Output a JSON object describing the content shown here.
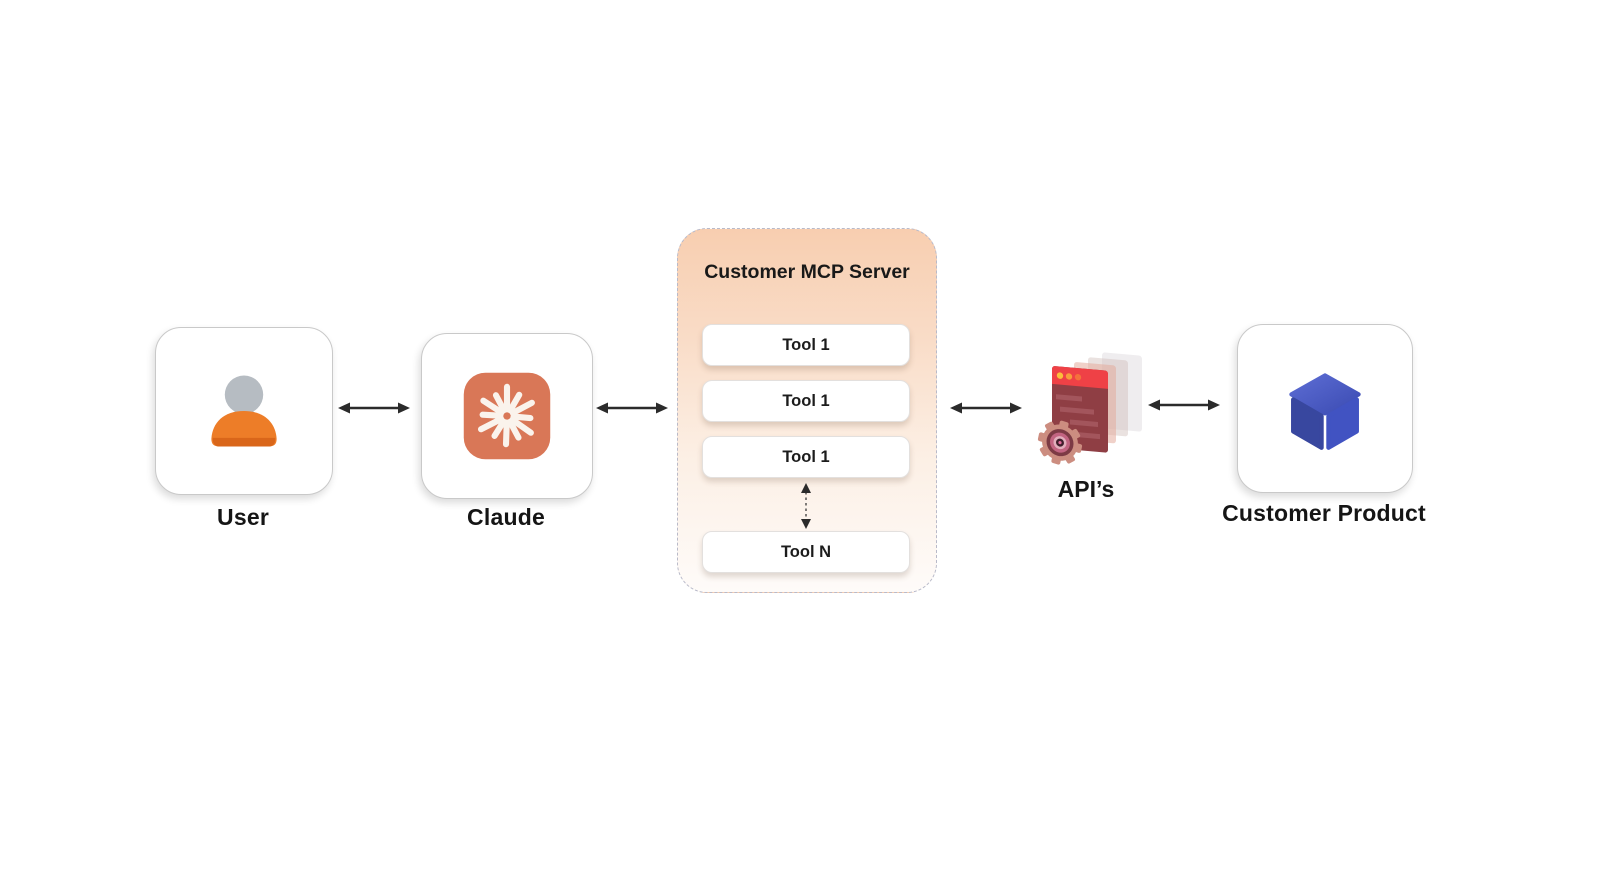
{
  "diagram": {
    "user": {
      "label": "User",
      "icon": "person-icon"
    },
    "claude": {
      "label": "Claude",
      "icon": "claude-starburst-icon"
    },
    "mcp": {
      "title": "Customer MCP Server",
      "tools": [
        "Tool 1",
        "Tool 1",
        "Tool 1"
      ],
      "tool_n": "Tool N",
      "connector": "dashed-vertical-double-arrow"
    },
    "apis": {
      "label": "API’s",
      "icon": "gear-browser-window-icon"
    },
    "product": {
      "label": "Customer Product",
      "icon": "cube-icon"
    },
    "connections": [
      "user-claude-double-arrow",
      "claude-mcp-double-arrow",
      "mcp-apis-double-arrow",
      "apis-product-double-arrow"
    ],
    "colors": {
      "claude_brand": "#D97757",
      "mcp_gradient_top": "#F8CEB0",
      "mcp_gradient_bottom": "#FEFBF9",
      "mcp_border_dashed": "#B9BAC9",
      "arrow": "#2B2B2B",
      "cube_blue_top": "#5565CE",
      "cube_blue_left": "#38479F",
      "cube_blue_right": "#4153C2",
      "user_body_orange": "#ED7D28",
      "user_head_gray": "#B6BCC2",
      "api_window_red": "#EF4146",
      "api_window_body": "#8F3E44"
    }
  }
}
